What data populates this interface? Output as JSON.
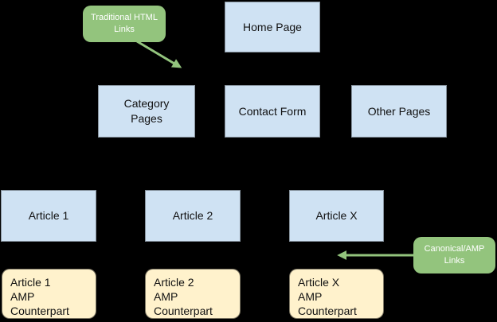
{
  "diagram": {
    "colors": {
      "background": "#000000",
      "page_fill": "#cfe2f3",
      "amp_fill": "#fff2cc",
      "callout_fill": "#93c47d",
      "callout_text": "#ffffff",
      "node_text": "#111111",
      "arrow": "#93c47d"
    },
    "nodes": {
      "home": {
        "lines": [
          "Home Page"
        ]
      },
      "category": {
        "lines": [
          "Category",
          "Pages"
        ]
      },
      "contact": {
        "lines": [
          "Contact Form"
        ]
      },
      "other": {
        "lines": [
          "Other Pages"
        ]
      },
      "article1": {
        "lines": [
          "Article 1"
        ]
      },
      "article2": {
        "lines": [
          "Article 2"
        ]
      },
      "articleX": {
        "lines": [
          "Article X"
        ]
      },
      "amp1": {
        "lines": [
          "Article 1",
          "AMP",
          "Counterpart"
        ]
      },
      "amp2": {
        "lines": [
          "Article 2",
          "AMP",
          "Counterpart"
        ]
      },
      "ampX": {
        "lines": [
          "Article X",
          "AMP",
          "Counterpart"
        ]
      }
    },
    "callouts": {
      "traditional": {
        "lines": [
          "Traditional HTML",
          "Links"
        ]
      },
      "canonical": {
        "lines": [
          "Canonical/AMP",
          "Links"
        ]
      }
    }
  }
}
